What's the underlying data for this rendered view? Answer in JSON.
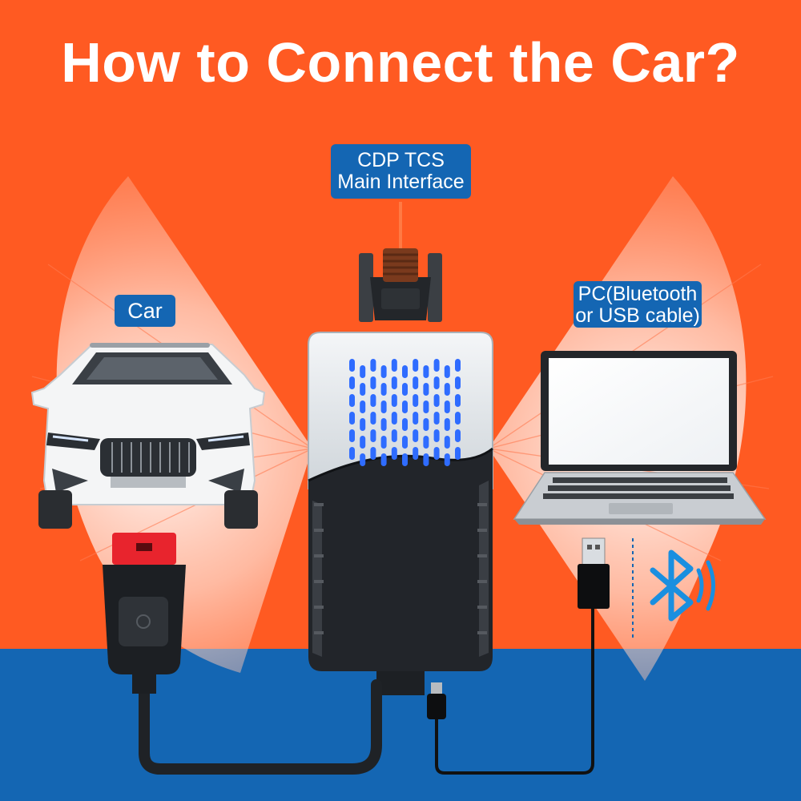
{
  "title": "How to Connect the Car?",
  "labels": {
    "car": "Car",
    "main_line1": "CDP TCS",
    "main_line2": "Main Interface",
    "pc_line1": "PC(Bluetooth",
    "pc_line2": "or USB cable)"
  },
  "colors": {
    "background_orange": "#ff5a22",
    "background_blue": "#1466b3",
    "label_blue": "#1466b3",
    "led_blue": "#2f6cff",
    "bluetooth_blue": "#1a8fe0"
  },
  "icons": [
    "car-icon",
    "diagnostic-interface-icon",
    "laptop-icon",
    "obd-connector-icon",
    "usb-plug-icon",
    "usb-c-plug-icon",
    "bluetooth-icon"
  ]
}
